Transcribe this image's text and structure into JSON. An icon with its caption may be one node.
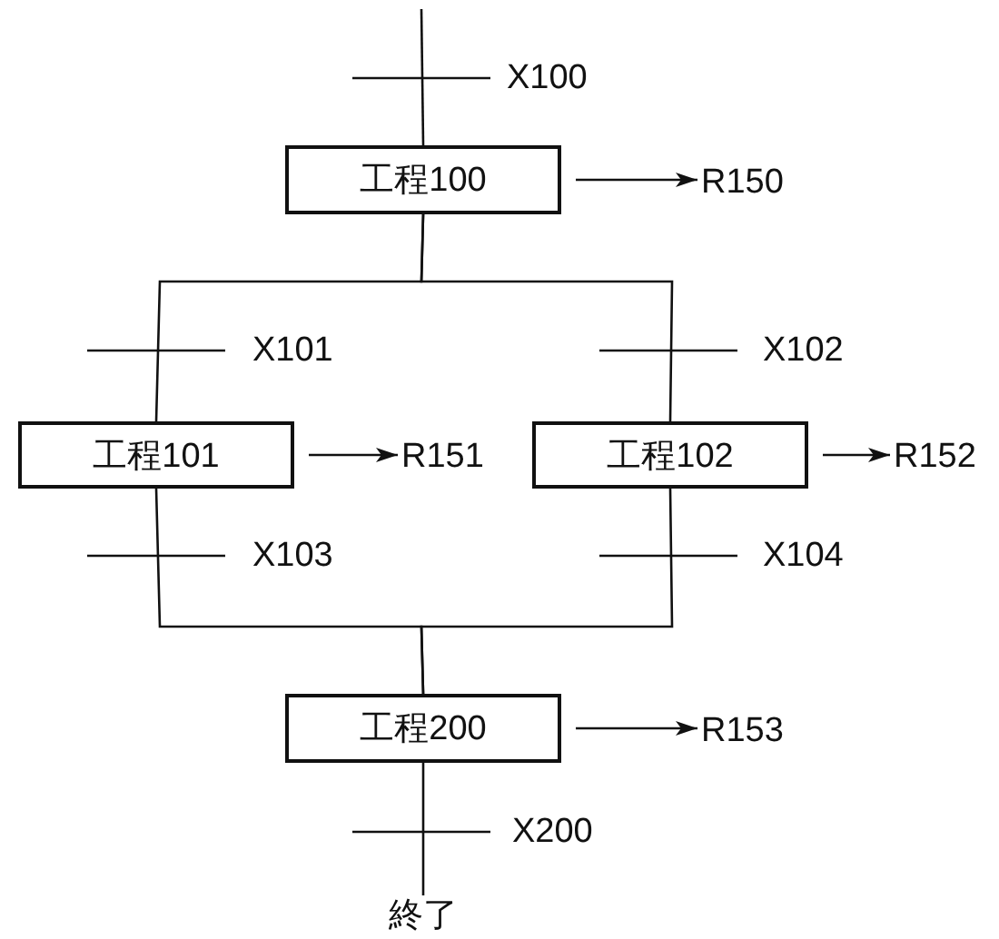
{
  "diagram": {
    "nodes": [
      {
        "text": [
          "工程100"
        ]
      },
      {
        "text": [
          "R150"
        ]
      },
      {
        "text": [
          "工程101"
        ]
      },
      {
        "text": [
          "R151"
        ]
      },
      {
        "text": [
          "工程102"
        ]
      },
      {
        "text": [
          "R152"
        ]
      },
      {
        "text": [
          "工程200"
        ]
      },
      {
        "text": [
          "R153"
        ]
      },
      {
        "text": [
          "終了"
        ]
      }
    ],
    "edges": [
      {
        "from": null,
        "to": 0,
        "arrow": "none",
        "label": "X100"
      },
      {
        "from": 0,
        "to": 1,
        "arrow": "to"
      },
      {
        "from": 0,
        "to": 2,
        "arrow": "none",
        "label": "X101"
      },
      {
        "from": 0,
        "to": 4,
        "arrow": "none",
        "label": "X102"
      },
      {
        "from": 2,
        "to": 3,
        "arrow": "to"
      },
      {
        "from": 4,
        "to": 5,
        "arrow": "to"
      },
      {
        "from": 2,
        "to": 6,
        "arrow": "none",
        "label": "X103"
      },
      {
        "from": 4,
        "to": 6,
        "arrow": "none",
        "label": "X104"
      },
      {
        "from": 6,
        "to": 7,
        "arrow": "to"
      },
      {
        "from": 6,
        "to": 8,
        "arrow": "none",
        "label": "X200"
      }
    ]
  }
}
